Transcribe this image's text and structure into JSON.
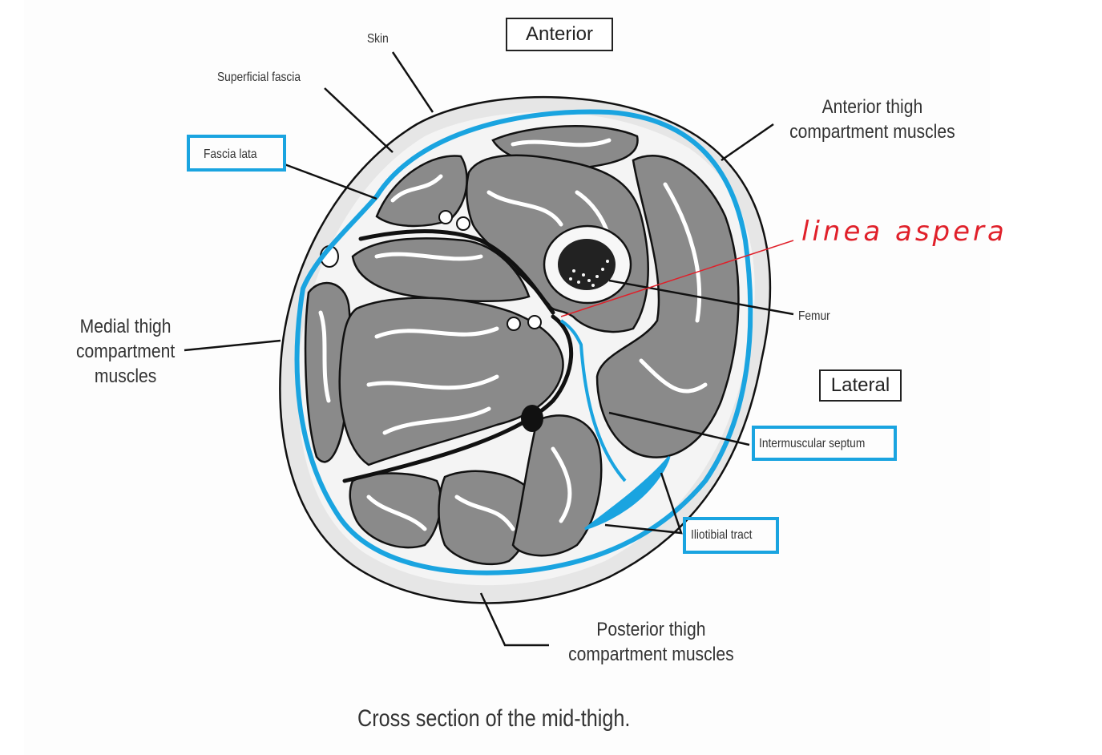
{
  "labels": {
    "anterior": "Anterior",
    "lateral": "Lateral",
    "skin": "Skin",
    "superficial_fascia": "Superficial fascia",
    "fascia_lata": "Fascia lata",
    "anterior_thigh": [
      "Anterior thigh",
      "compartment muscles"
    ],
    "medial_thigh": [
      "Medial thigh",
      "compartment",
      "muscles"
    ],
    "femur": "Femur",
    "intermuscular_septum": "Intermuscular septum",
    "iliotibial_tract": "Iliotibial tract",
    "posterior_thigh": [
      "Posterior thigh",
      "compartment muscles"
    ],
    "caption": "Cross section of the mid-thigh.",
    "handwritten_note": "linea aspera"
  },
  "colors": {
    "highlight_blue": "#1aa4e0",
    "annotation_red": "#e0202a",
    "muscle_gray": "#8a8a8a",
    "skin_gray": "#e6e6e6"
  }
}
